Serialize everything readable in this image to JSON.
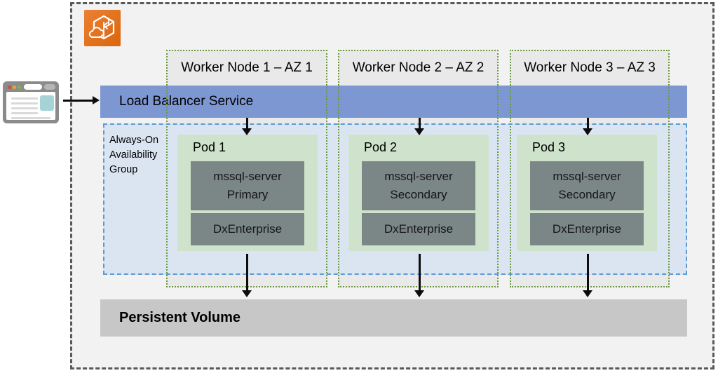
{
  "diagram": {
    "title_icons": {
      "cluster_icon": "amazon-eks",
      "client_icon": "web-browser"
    },
    "worker_nodes": [
      "Worker Node 1 – AZ 1",
      "Worker Node 2 – AZ 2",
      "Worker Node 3 – AZ 3"
    ],
    "load_balancer_label": "Load Balancer Service",
    "availability_group_label": "Always-On Availability Group",
    "pods": [
      {
        "label": "Pod 1",
        "sql": [
          "mssql-server",
          "Primary"
        ],
        "middleware": "DxEnterprise"
      },
      {
        "label": "Pod 2",
        "sql": [
          "mssql-server",
          "Secondary"
        ],
        "middleware": "DxEnterprise"
      },
      {
        "label": "Pod 3",
        "sql": [
          "mssql-server",
          "Secondary"
        ],
        "middleware": "DxEnterprise"
      }
    ],
    "persistent_volume_label": "Persistent Volume",
    "colors": {
      "load_balancer": "#7D97D2",
      "availability_group_fill": "#DBE5F1",
      "availability_group_border": "#5B9BD5",
      "pod_fill": "#CFE3CC",
      "container_fill": "#7B8687",
      "worker_node_fill": "#E9E9E9",
      "worker_node_border": "#6B9A3F",
      "persistent_volume_fill": "#C7C7C7",
      "outer_boundary_fill": "#F2F2F2",
      "outer_boundary_border": "#595959",
      "eks_orange": "#E8772D",
      "arrow": "#0C0C0C"
    }
  }
}
